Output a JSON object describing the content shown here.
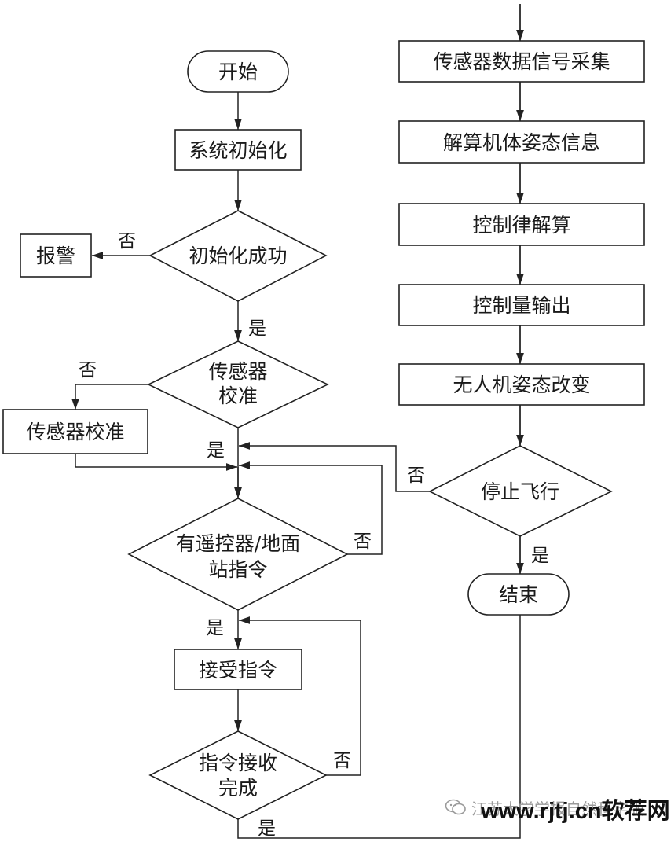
{
  "nodes": {
    "start": "开始",
    "init": "系统初始化",
    "init_ok": "初始化成功",
    "alarm": "报警",
    "calib_check": [
      "传感器",
      "校准"
    ],
    "calib_box": "传感器校准",
    "remote_check": [
      "有遥控器/地面",
      "站指令"
    ],
    "accept": "接受指令",
    "cmd_done": [
      "指令接收",
      "完成"
    ],
    "collect": "传感器数据信号采集",
    "solve_attitude": "解算机体姿态信息",
    "control_law": "控制律解算",
    "output": "控制量输出",
    "change": "无人机姿态改变",
    "stop_check": "停止飞行",
    "end": "结束"
  },
  "edge_labels": {
    "init_no": "否",
    "init_yes": "是",
    "calib_no": "否",
    "calib_yes": "是",
    "remote_no": "否",
    "remote_yes": "是",
    "cmd_no": "否",
    "cmd_yes": "是",
    "stop_no": "否",
    "stop_yes": "是"
  },
  "watermark": {
    "site": "www.rjtj.cn软荐网",
    "journal": "江苏大学学报自然科学版",
    "icon": "wechat-icon"
  }
}
